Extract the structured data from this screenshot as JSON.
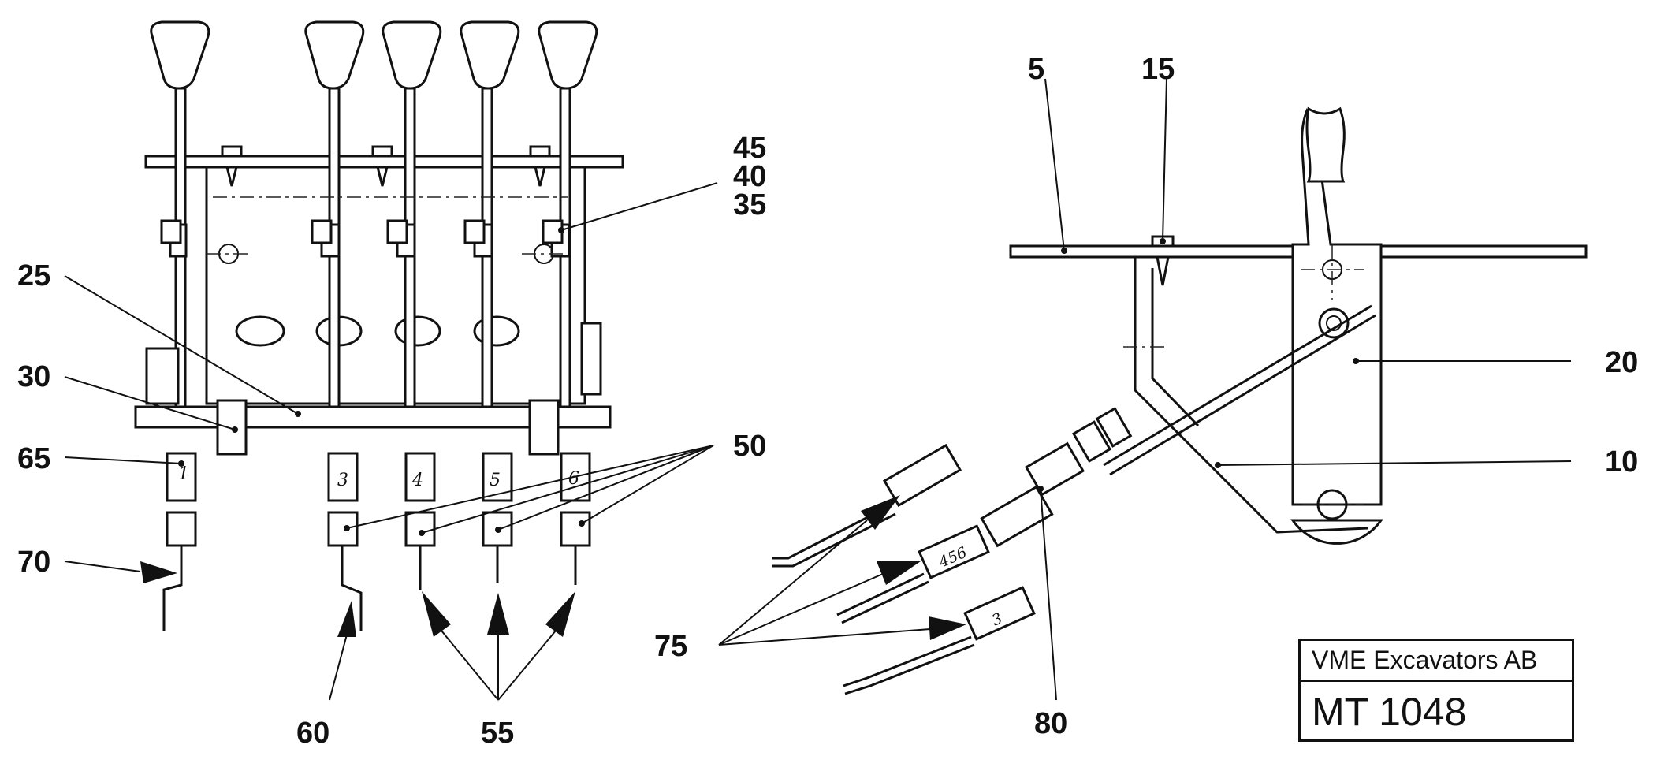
{
  "callouts": {
    "c5": "5",
    "c10": "10",
    "c15": "15",
    "c20": "20",
    "c25": "25",
    "c30": "30",
    "c35": "35",
    "c40": "40",
    "c45": "45",
    "c50": "50",
    "c55": "55",
    "c60": "60",
    "c65": "65",
    "c70": "70",
    "c75": "75",
    "c80": "80"
  },
  "rod_numbers": [
    "1",
    "3",
    "4",
    "5",
    "6"
  ],
  "cable_tags": [
    "456",
    "3"
  ],
  "title_block": {
    "company": "VME Excavators AB",
    "drawing_number": "MT 1048"
  }
}
